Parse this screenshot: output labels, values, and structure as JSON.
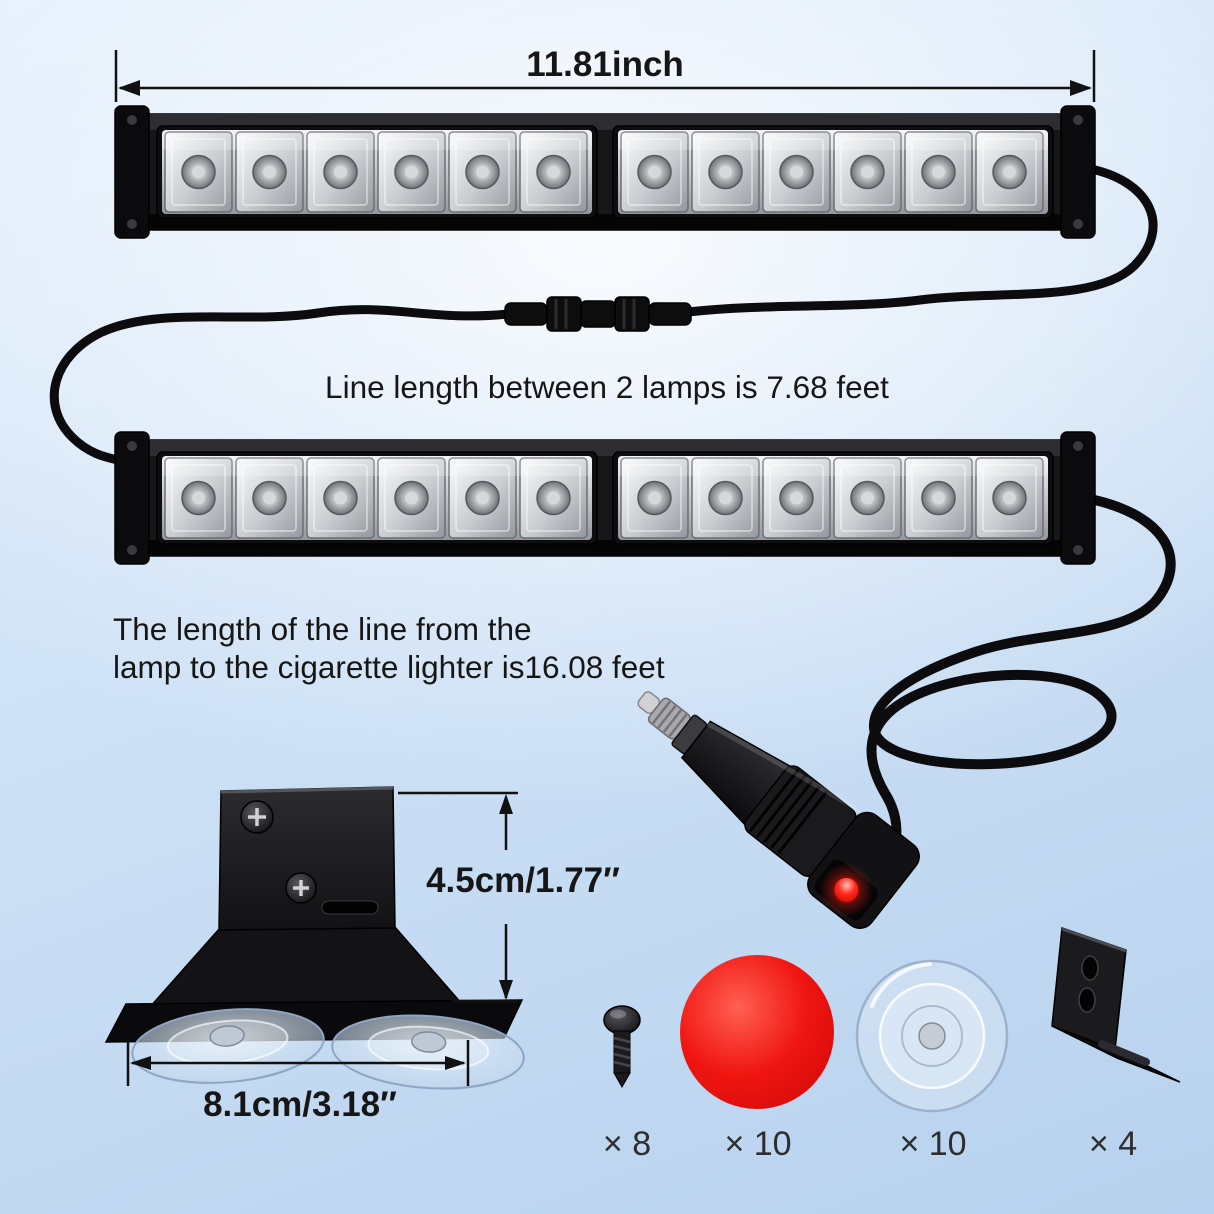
{
  "colors": {
    "background_edge": "#b7d1ee",
    "background_center": "#f2f8fd",
    "housing_black": "#121214",
    "accent_red": "#ef1311",
    "text": "#161616"
  },
  "dimensions": {
    "bar_width": "11.81inch",
    "bracket_height": "4.5cm/1.77″",
    "bracket_width": "8.1cm/3.18″"
  },
  "captions": {
    "line_between_lamps": "Line length between 2 lamps is 7.68 feet",
    "line_to_lighter_line1": "The length of  the line from the",
    "line_to_lighter_line2": "lamp to the cigarette lighter is16.08 feet"
  },
  "accessories": {
    "screw": {
      "name": "mounting-screw",
      "label": "× 8"
    },
    "red_pad": {
      "name": "red-lens-pad",
      "label": "× 10"
    },
    "suction_cup": {
      "name": "suction-cup",
      "label": "× 10"
    },
    "l_bracket": {
      "name": "l-shape-bracket",
      "label": "× 4"
    }
  }
}
